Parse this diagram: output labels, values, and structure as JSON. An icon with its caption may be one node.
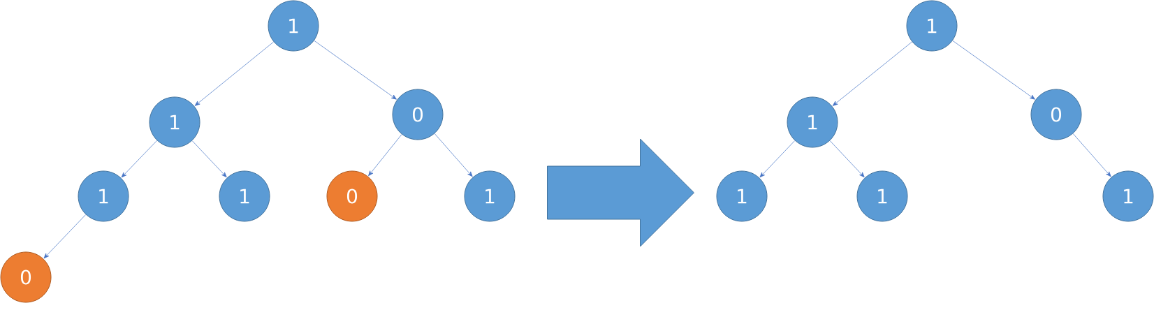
{
  "diagram": {
    "nodes": [
      {
        "text": [
          "1"
        ]
      },
      {
        "text": [
          "1"
        ]
      },
      {
        "text": [
          "0"
        ]
      },
      {
        "text": [
          "1"
        ]
      },
      {
        "text": [
          "1"
        ]
      },
      {
        "text": [
          "0"
        ]
      },
      {
        "text": [
          "1"
        ]
      },
      {
        "text": [
          "0"
        ]
      },
      {
        "text": [
          "1"
        ]
      },
      {
        "text": [
          "1"
        ]
      },
      {
        "text": [
          "0"
        ]
      },
      {
        "text": [
          "1"
        ]
      },
      {
        "text": [
          "1"
        ]
      },
      {
        "text": [
          "1"
        ]
      }
    ],
    "edges": [
      {
        "from": 0,
        "to": 1,
        "arrow": "to"
      },
      {
        "from": 0,
        "to": 2,
        "arrow": "to"
      },
      {
        "from": 1,
        "to": 3,
        "arrow": "to"
      },
      {
        "from": 1,
        "to": 4,
        "arrow": "to"
      },
      {
        "from": 2,
        "to": 5,
        "arrow": "to"
      },
      {
        "from": 2,
        "to": 6,
        "arrow": "to"
      },
      {
        "from": 3,
        "to": 7,
        "arrow": "to"
      },
      {
        "from": 8,
        "to": 9,
        "arrow": "to"
      },
      {
        "from": 8,
        "to": 10,
        "arrow": "to"
      },
      {
        "from": 9,
        "to": 11,
        "arrow": "to"
      },
      {
        "from": 9,
        "to": 12,
        "arrow": "to"
      },
      {
        "from": 10,
        "to": 13,
        "arrow": "to"
      },
      {
        "from": 6,
        "to": 11,
        "arrow": "to",
        "style": "thick"
      }
    ]
  }
}
